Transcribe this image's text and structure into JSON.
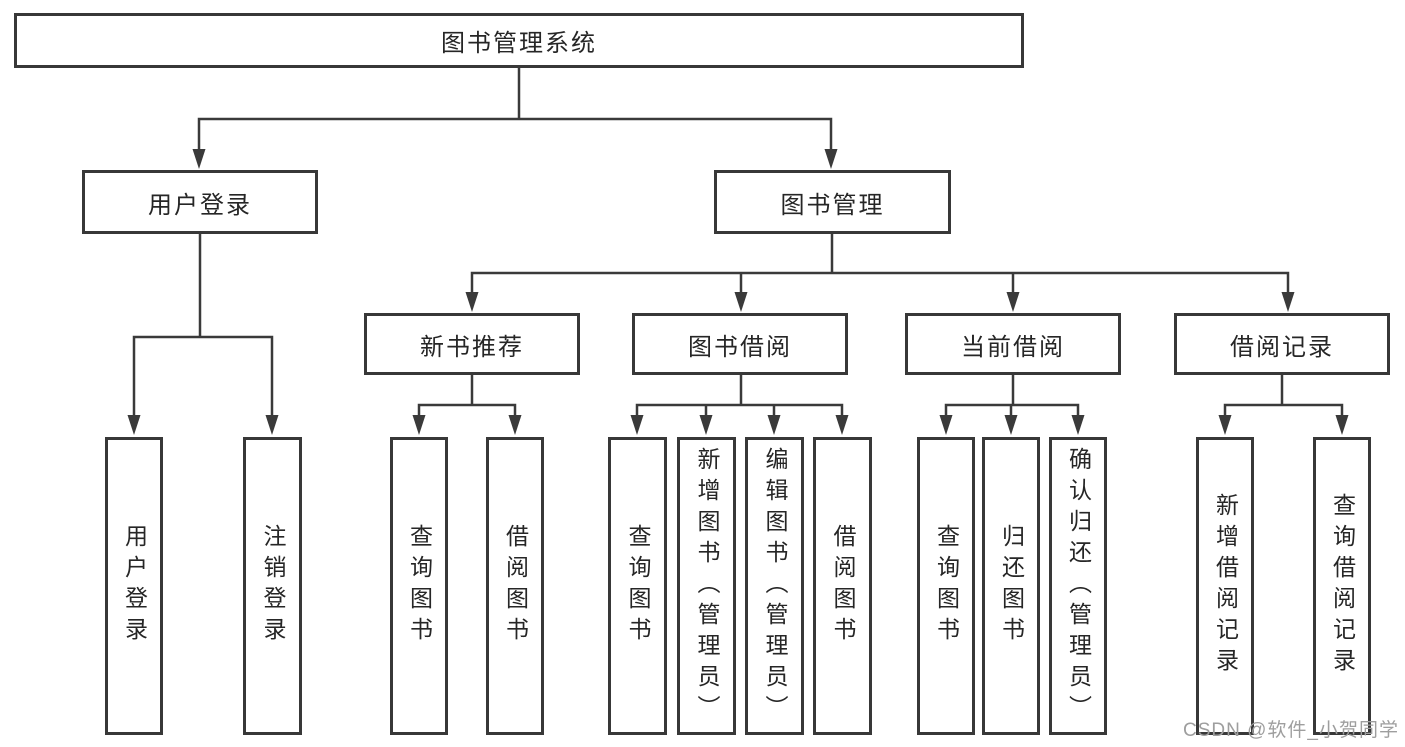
{
  "diagram": {
    "root": {
      "label": "图书管理系统"
    },
    "branches": [
      {
        "label": "用户登录",
        "children": [
          {
            "label": "用户登录"
          },
          {
            "label": "注销登录"
          }
        ]
      },
      {
        "label": "图书管理",
        "children": [
          {
            "label": "新书推荐",
            "children": [
              {
                "label": "查询图书"
              },
              {
                "label": "借阅图书"
              }
            ]
          },
          {
            "label": "图书借阅",
            "children": [
              {
                "label": "查询图书"
              },
              {
                "label": "新增图书（管理员）"
              },
              {
                "label": "编辑图书（管理员）"
              },
              {
                "label": "借阅图书"
              }
            ]
          },
          {
            "label": "当前借阅",
            "children": [
              {
                "label": "查询图书"
              },
              {
                "label": "归还图书"
              },
              {
                "label": "确认归还（管理员）"
              }
            ]
          },
          {
            "label": "借阅记录",
            "children": [
              {
                "label": "新增借阅记录"
              },
              {
                "label": "查询借阅记录"
              }
            ]
          }
        ]
      }
    ]
  },
  "watermark": "CSDN @软件_小贺同学",
  "colors": {
    "line": "#3a3a3a",
    "border": "#383838",
    "text": "#262626",
    "watermark": "#9e9e9e",
    "background": "#ffffff"
  }
}
